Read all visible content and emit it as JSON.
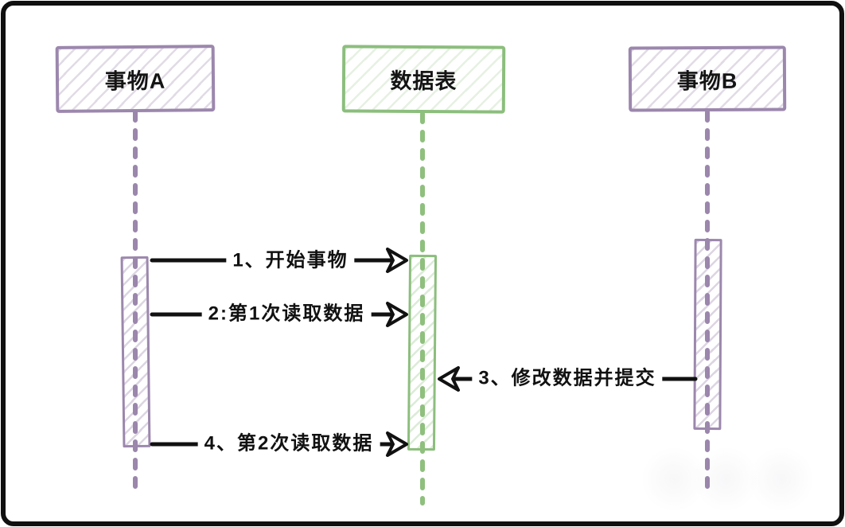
{
  "diagram": {
    "type": "sequence-diagram",
    "actors": [
      {
        "id": "transaction-a",
        "label": "事物A",
        "accent": "#9c87ad"
      },
      {
        "id": "data-table",
        "label": "数据表",
        "accent": "#8cbe7d"
      },
      {
        "id": "transaction-b",
        "label": "事物B",
        "accent": "#9c87ad"
      }
    ],
    "messages": [
      {
        "seq": "1",
        "label": "1、开始事物",
        "from": "transaction-a",
        "to": "data-table",
        "direction": "right"
      },
      {
        "seq": "2",
        "label": "2:第1次读取数据",
        "from": "transaction-a",
        "to": "data-table",
        "direction": "right"
      },
      {
        "seq": "3",
        "label": "3、修改数据并提交",
        "from": "transaction-b",
        "to": "data-table",
        "direction": "left"
      },
      {
        "seq": "4",
        "label": "4、第2次读取数据",
        "from": "transaction-a",
        "to": "data-table",
        "direction": "right"
      }
    ],
    "colors": {
      "actor_purple": "#9c87ad",
      "actor_green": "#8cbe7d",
      "arrow": "#111111",
      "background": "#ffffff",
      "frame": "#101010"
    }
  }
}
